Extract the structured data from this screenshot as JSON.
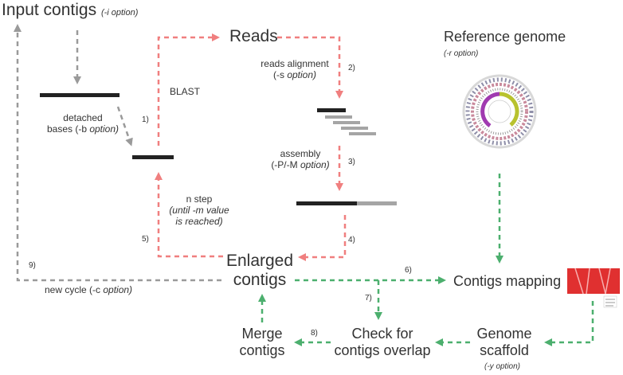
{
  "nodes": {
    "input_contigs": "Input contigs",
    "input_contigs_opt": "(-i option)",
    "reads": "Reads",
    "reference_genome": "Reference genome",
    "reference_genome_opt": "(-r option)",
    "enlarged": [
      "Enlarged",
      "contigs"
    ],
    "contigs_mapping": "Contigs mapping",
    "genome_scaffold": [
      "Genome",
      "scaffold"
    ],
    "genome_scaffold_opt": "(-y option)",
    "check_overlap": [
      "Check for",
      "contigs overlap"
    ],
    "merge": [
      "Merge",
      "contigs"
    ]
  },
  "labels": {
    "detached_1": "detached",
    "detached_2a": "bases (-b ",
    "detached_2b": "option)",
    "blast": "BLAST",
    "reads_alignment_1": "reads alignment",
    "reads_alignment_2a": "(-s ",
    "reads_alignment_2b": "option)",
    "assembly_1": "assembly",
    "assembly_2a": "(-P/-M ",
    "assembly_2b": "option)",
    "nstep_1": "n step",
    "nstep_2": "(until -m value",
    "nstep_3": "is reached)",
    "new_cycle_a": "new cycle (-c ",
    "new_cycle_b": "option)"
  },
  "steps": {
    "s1": "1)",
    "s2": "2)",
    "s3": "3)",
    "s4": "4)",
    "s5": "5)",
    "s6": "6)",
    "s7": "7)",
    "s8": "8)",
    "s9": "9)"
  },
  "colors": {
    "red_arrow": "#f07f7f",
    "green_arrow": "#4caf6e",
    "gray_arrow": "#9a9a9a",
    "contig_bar": "#222222",
    "read_bar": "#a5a5a5",
    "mapping_red": "#e03030"
  }
}
